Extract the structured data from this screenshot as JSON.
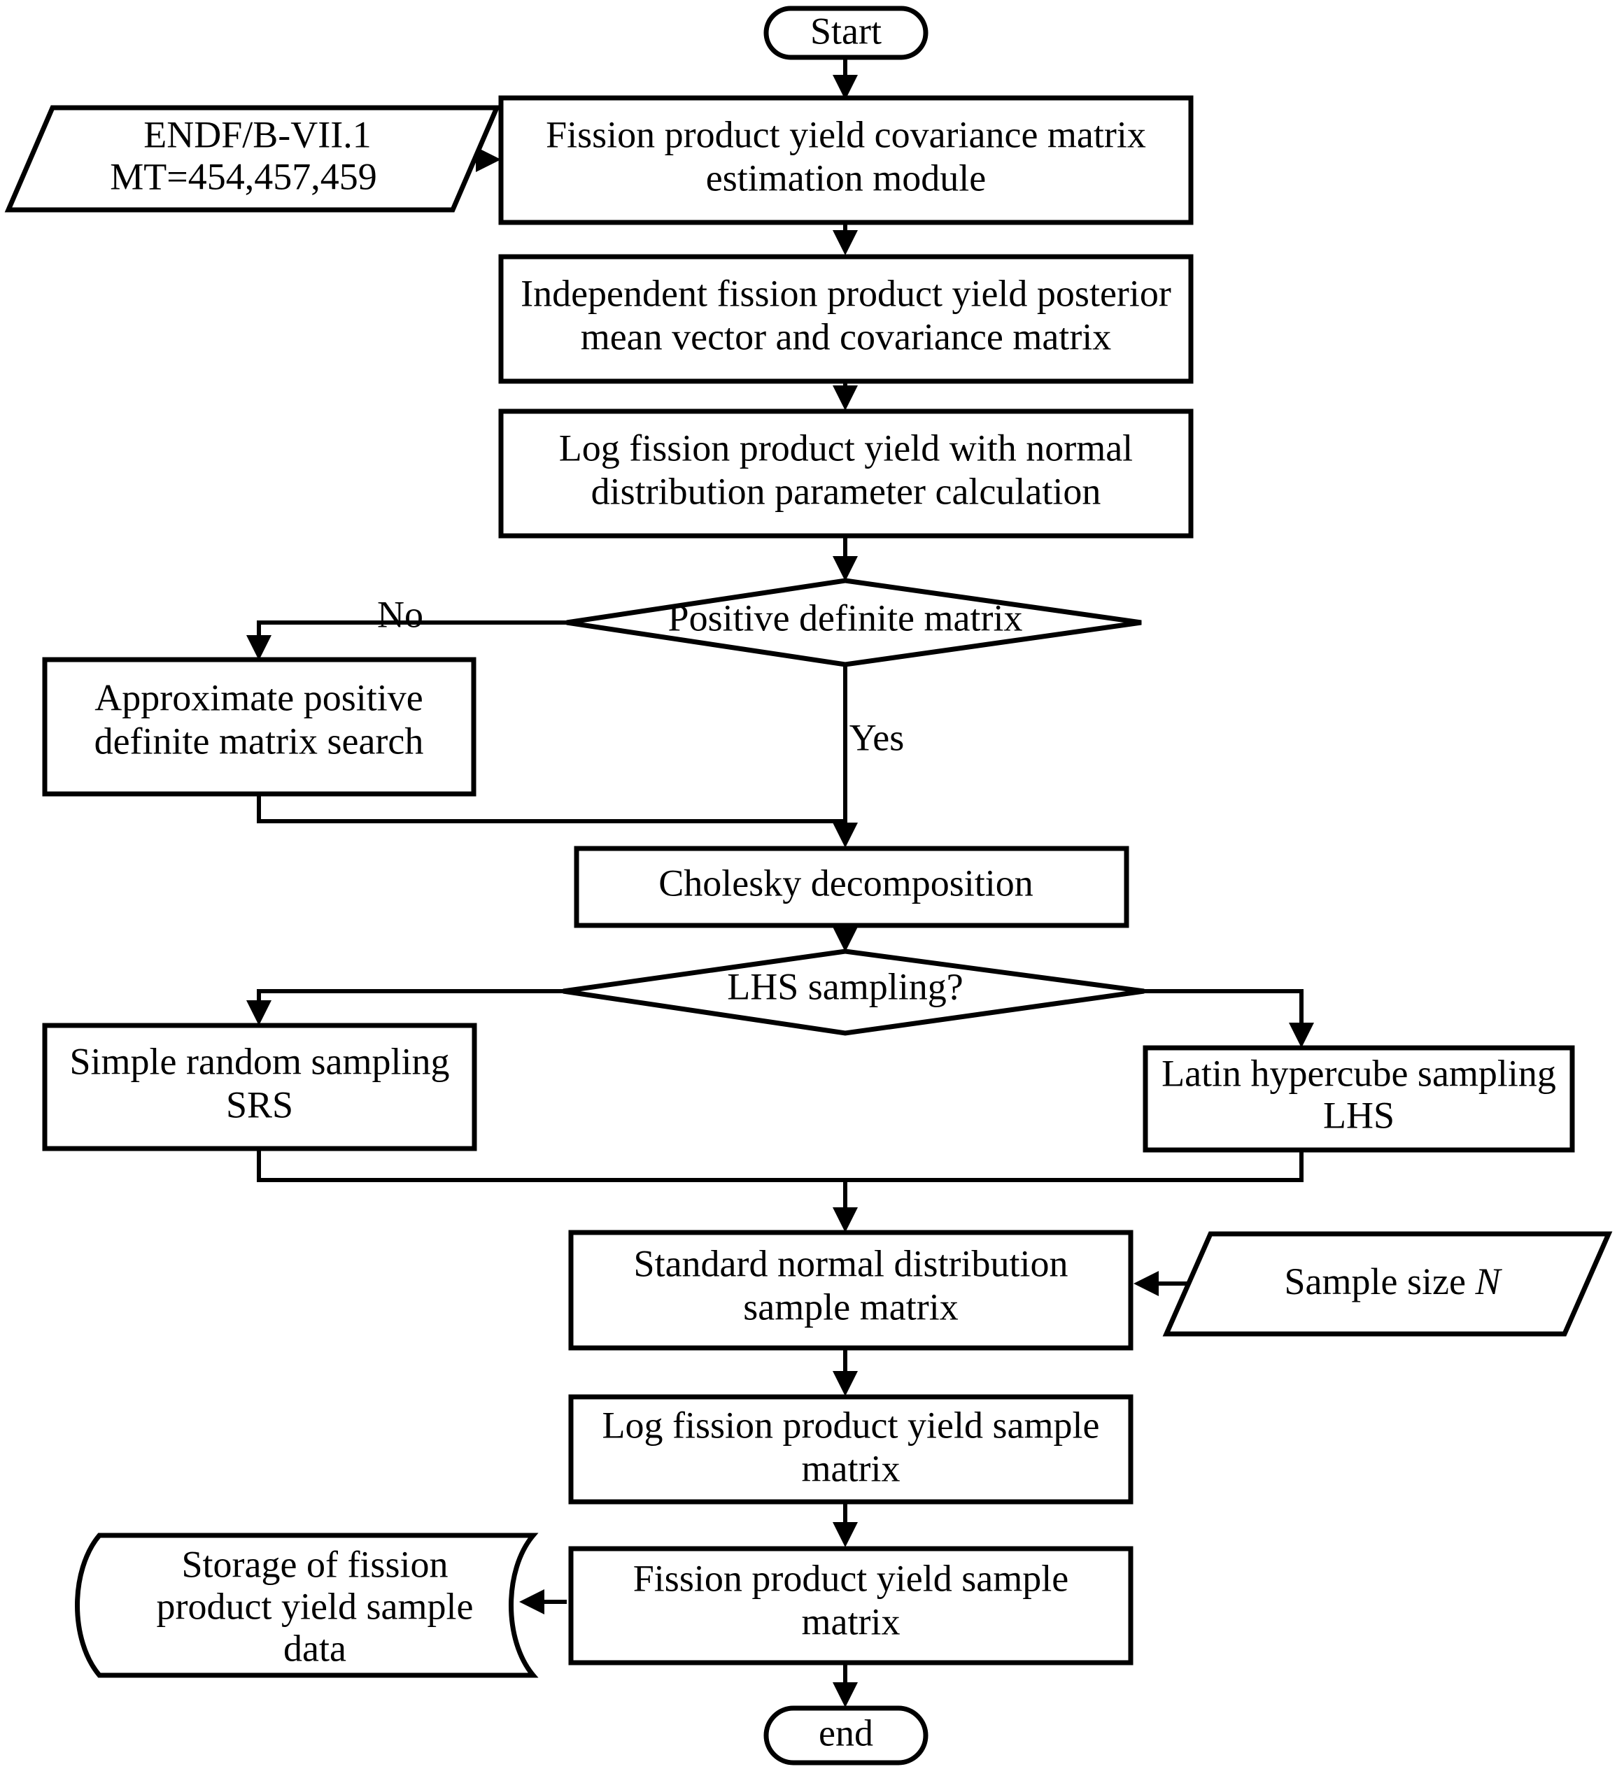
{
  "diagram": {
    "type": "flowchart",
    "title": "Fission product yield sampling flowchart",
    "orientation": "top-to-bottom"
  },
  "nodes": {
    "start": {
      "shape": "terminator",
      "label": "Start"
    },
    "endf_input": {
      "shape": "parallelogram-input",
      "line1": "ENDF/B-VII.1",
      "line2": "MT=454,457,459"
    },
    "covariance_module": {
      "shape": "process",
      "line1": "Fission product yield covariance matrix",
      "line2": "estimation module"
    },
    "posterior": {
      "shape": "process",
      "line1": "Independent fission product yield posterior",
      "line2": "mean vector and covariance matrix"
    },
    "log_params": {
      "shape": "process",
      "line1": "Log fission product yield with normal",
      "line2": "distribution parameter calculation"
    },
    "positive_definite_decision": {
      "shape": "decision",
      "label": "Positive definite matrix"
    },
    "approx_search": {
      "shape": "process",
      "line1": "Approximate positive",
      "line2": "definite matrix search"
    },
    "cholesky": {
      "shape": "process",
      "label": "Cholesky decomposition"
    },
    "lhs_decision": {
      "shape": "decision",
      "label": "LHS sampling?"
    },
    "srs": {
      "shape": "process",
      "line1": "Simple random sampling",
      "line2": "SRS"
    },
    "lhs": {
      "shape": "process",
      "line1": "Latin hypercube sampling",
      "line2": "LHS"
    },
    "standard_normal": {
      "shape": "process",
      "line1": "Standard normal distribution",
      "line2": "sample matrix"
    },
    "sample_size": {
      "shape": "parallelogram-input",
      "label_prefix": "Sample size ",
      "label_italic": "N"
    },
    "log_sample_matrix": {
      "shape": "process",
      "line1": "Log fission product yield sample",
      "line2": "matrix"
    },
    "fpy_sample_matrix": {
      "shape": "process",
      "line1": "Fission product yield sample",
      "line2": "matrix"
    },
    "storage": {
      "shape": "stored-data",
      "line1": "Storage of fission",
      "line2": "product yield sample",
      "line3": "data"
    },
    "end": {
      "shape": "terminator",
      "label": "end"
    }
  },
  "edge_labels": {
    "no": "No",
    "yes": "Yes"
  },
  "colors": {
    "stroke": "#000000",
    "fill": "#ffffff",
    "text": "#000000",
    "background": "#ffffff"
  }
}
